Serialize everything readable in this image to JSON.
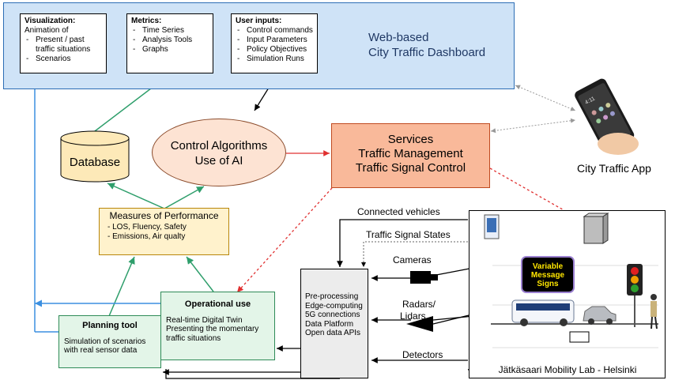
{
  "dashboard": {
    "title_line1": "Web-based",
    "title_line2": "City Traffic Dashboard",
    "visualization": {
      "heading": "Visualization:",
      "intro": "Animation of",
      "items": [
        "Present / past traffic situations",
        "Scenarios"
      ]
    },
    "metrics": {
      "heading": "Metrics:",
      "items": [
        "Time Series",
        "Analysis Tools",
        "Graphs"
      ]
    },
    "user_inputs": {
      "heading": "User inputs:",
      "items": [
        "Control commands",
        "Input Parameters",
        "Policy Objectives",
        "Simulation Runs"
      ]
    }
  },
  "database": {
    "label": "Database"
  },
  "control": {
    "line1": "Control Algorithms",
    "line2": "Use of AI"
  },
  "services": {
    "line1": "Services",
    "line2": "Traffic Management",
    "line3": "Traffic Signal Control"
  },
  "city_app": {
    "label": "City Traffic App"
  },
  "measures": {
    "title": "Measures of Performance",
    "items": [
      "LOS, Fluency, Safety",
      "Emissions, Air qualty"
    ]
  },
  "operational": {
    "title": "Operational use",
    "line1": "Real-time Digital Twin",
    "line2": "Presenting the momentary",
    "line3": "traffic situations"
  },
  "planning": {
    "title": "Planning tool",
    "line1": "Simulation of scenarios",
    "line2": "with real sensor data"
  },
  "edge": {
    "lines": [
      "Pre-processing",
      "Edge-computing",
      "5G connections",
      "Data Platform",
      "Open data APIs"
    ]
  },
  "signals": {
    "connected_vehicles": "Connected vehicles",
    "traffic_signal_states": "Traffic  Signal States",
    "cameras": "Cameras",
    "radars": "Radars/",
    "lidars": "Lidars",
    "detectors": "Detectors"
  },
  "vms": {
    "line1": "Variable",
    "line2": "Message",
    "line3": "Signs"
  },
  "lab": {
    "label": "Jätkäsaari Mobility Lab - Helsinki"
  },
  "colors": {
    "green_arrow": "#2e9e6b",
    "blue_arrow": "#3b8fe0",
    "red_arrow": "#e03030",
    "dashboard_fill": "#cfe3f7",
    "services_fill": "#f9b99a",
    "vms_text": "#ffe600"
  }
}
